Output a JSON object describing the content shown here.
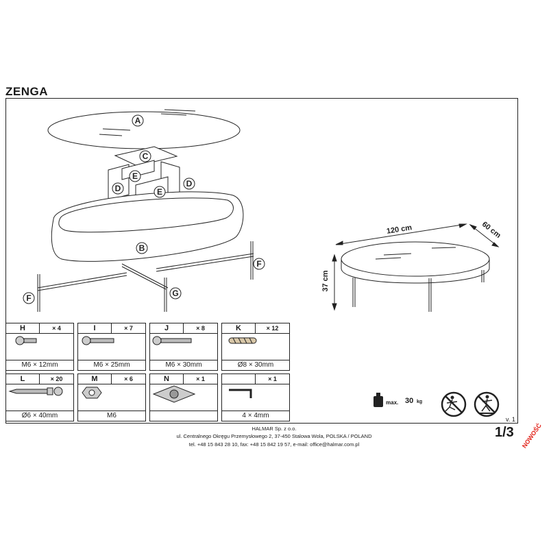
{
  "product": {
    "name": "ZENGA"
  },
  "parts": {
    "A": "A",
    "B": "B",
    "C": "C",
    "D": "D",
    "E": "E",
    "F": "F",
    "G": "G"
  },
  "dimensions": {
    "length": "120 cm",
    "depth": "60 cm",
    "height": "37 cm"
  },
  "hardware": [
    {
      "letter": "H",
      "qty": "× 4",
      "size": "M6 × 12mm",
      "icon": "bolt-short-icon"
    },
    {
      "letter": "I",
      "qty": "× 7",
      "size": "M6 × 25mm",
      "icon": "bolt-medium-icon"
    },
    {
      "letter": "J",
      "qty": "× 8",
      "size": "M6 × 30mm",
      "icon": "bolt-long-icon"
    },
    {
      "letter": "K",
      "qty": "× 12",
      "size": "Ø8 × 30mm",
      "icon": "wooden-dowel-icon"
    },
    {
      "letter": "L",
      "qty": "× 20",
      "size": "Ø6 × 40mm",
      "icon": "wood-screw-icon"
    },
    {
      "letter": "M",
      "qty": "× 6",
      "size": "M6",
      "icon": "hex-nut-icon"
    },
    {
      "letter": "N",
      "qty": "× 1",
      "size": "",
      "icon": "swivel-plate-icon"
    },
    {
      "letter": "",
      "qty": "× 1",
      "size": "4 × 4mm",
      "icon": "allen-key-icon"
    }
  ],
  "max_load": {
    "label": "max.",
    "value": "30",
    "unit": "kg"
  },
  "version": "v. 1",
  "page": "1/3",
  "footer": {
    "company": "HALMAR Sp. z o.o.",
    "address": "ul. Centralnego Okręgu Przemysłowego 2, 37-450 Stalowa Wola, POLSKA / POLAND",
    "contact": "tel. +48 15 843 28 10, fax: +48 15 842 19 57, e-mail: office@halmar.com.pl"
  },
  "badge": "NOWOŚĆ"
}
